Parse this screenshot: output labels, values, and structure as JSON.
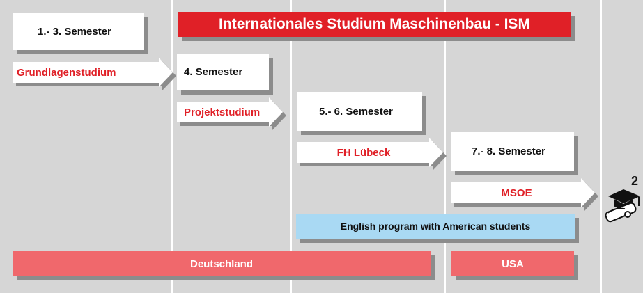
{
  "title": "Internationales Studium Maschinenbau - ISM",
  "stages": [
    {
      "semester": "1.- 3. Semester",
      "phase": "Grundlagenstudium"
    },
    {
      "semester": "4. Semester",
      "phase": "Projektstudium"
    },
    {
      "semester": "5.- 6. Semester",
      "phase": "FH Lübeck"
    },
    {
      "semester": "7.- 8. Semester",
      "phase": "MSOE"
    }
  ],
  "english_program": "English program with American students",
  "countries": {
    "germany": "Deutschland",
    "usa": "USA"
  },
  "badge_number": "2",
  "icons": {
    "graduation": "graduation-cap-diploma-icon"
  },
  "colors": {
    "red": "#e02027",
    "light_blue": "#a9d9f3",
    "salmon": "#f0686c",
    "background": "#d6d6d6"
  }
}
